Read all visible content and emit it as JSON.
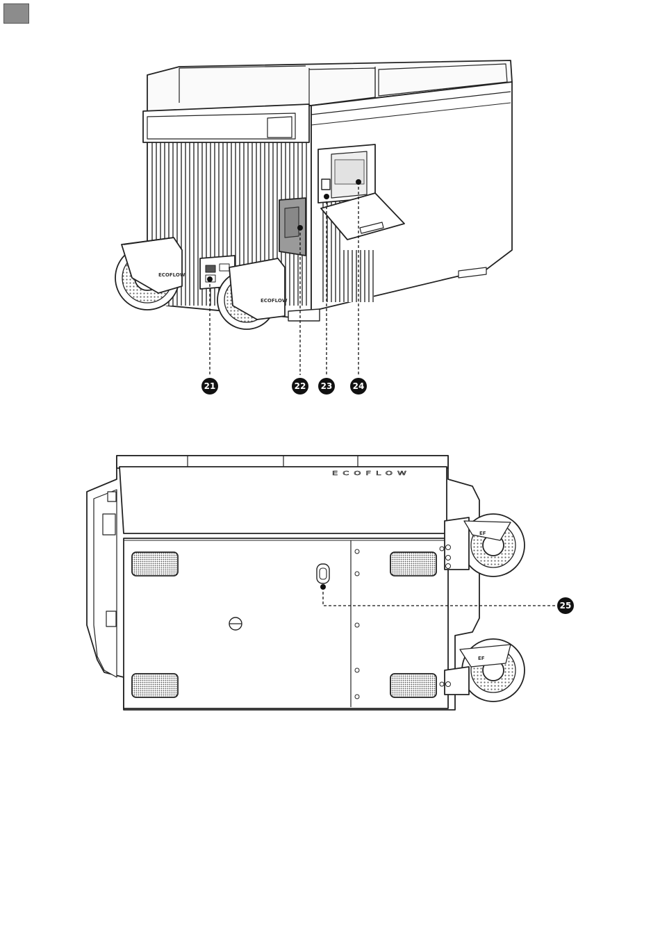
{
  "page": {
    "corner_tab_color": "#8c8c8c"
  },
  "figure_top": {
    "callouts": [
      {
        "id": "21",
        "label": "21"
      },
      {
        "id": "22",
        "label": "22"
      },
      {
        "id": "23",
        "label": "23"
      },
      {
        "id": "24",
        "label": "24"
      }
    ],
    "wheel_badge": "ECOFLOW"
  },
  "figure_bottom": {
    "brand": "ECOFLOW",
    "callouts": [
      {
        "id": "25",
        "label": "25"
      }
    ],
    "wheel_mark": "EF"
  }
}
